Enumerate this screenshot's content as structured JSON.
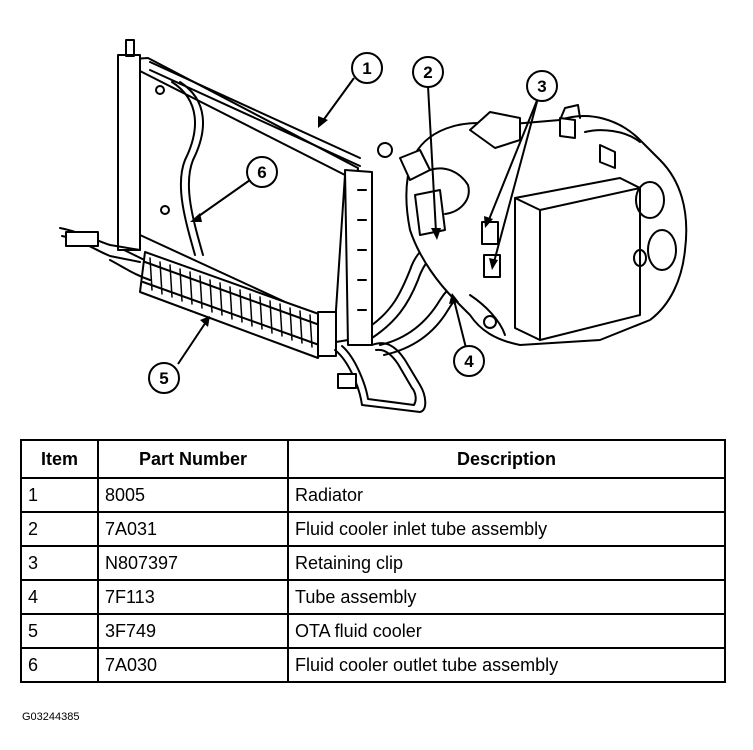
{
  "callouts": [
    "1",
    "2",
    "3",
    "4",
    "5",
    "6"
  ],
  "table": {
    "headers": [
      "Item",
      "Part Number",
      "Description"
    ],
    "rows": [
      {
        "item": "1",
        "part": "8005",
        "desc": "Radiator"
      },
      {
        "item": "2",
        "part": "7A031",
        "desc": "Fluid cooler inlet tube assembly"
      },
      {
        "item": "3",
        "part": "N807397",
        "desc": "Retaining clip"
      },
      {
        "item": "4",
        "part": "7F113",
        "desc": "Tube assembly"
      },
      {
        "item": "5",
        "part": "3F749",
        "desc": "OTA fluid cooler"
      },
      {
        "item": "6",
        "part": "7A030",
        "desc": "Fluid cooler outlet tube assembly"
      }
    ]
  },
  "caption": "G03244385"
}
